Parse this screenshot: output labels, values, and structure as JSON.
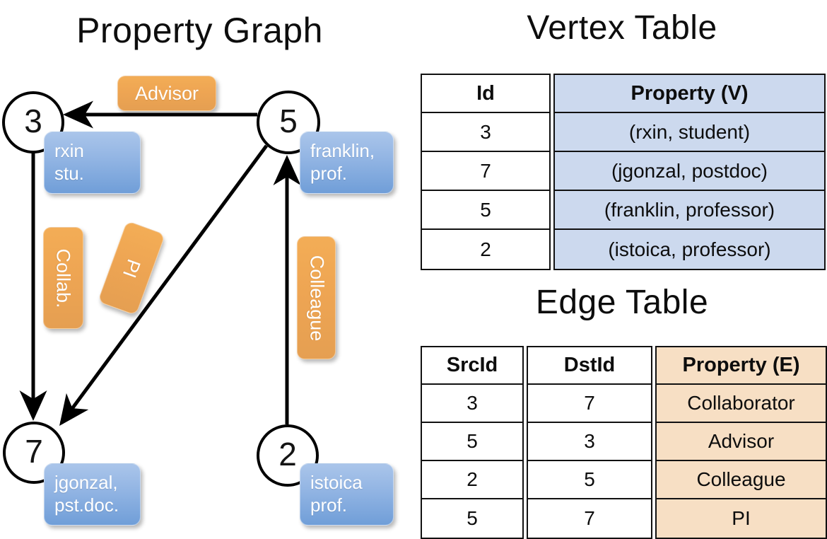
{
  "titles": {
    "property_graph": "Property Graph",
    "vertex_table": "Vertex Table",
    "edge_table": "Edge Table"
  },
  "colors": {
    "vertex_property_fill": "#ccd9ee",
    "edge_property_fill": "#f7dfc4",
    "vertex_box_blue": "#709ed8",
    "edge_label_orange": "#eea553",
    "stroke": "#000000",
    "background": "#ffffff"
  },
  "graph": {
    "nodes": [
      {
        "id": "3",
        "property_lines": [
          "rxin",
          "stu."
        ]
      },
      {
        "id": "5",
        "property_lines": [
          "franklin,",
          "prof."
        ]
      },
      {
        "id": "7",
        "property_lines": [
          "jgonzal,",
          "pst.doc."
        ]
      },
      {
        "id": "2",
        "property_lines": [
          "istoica",
          "prof."
        ]
      }
    ],
    "edge_labels": [
      {
        "name": "advisor",
        "text": "Advisor",
        "orientation": "horizontal"
      },
      {
        "name": "collaborator",
        "text": "Collab.",
        "orientation": "vertical"
      },
      {
        "name": "pi",
        "text": "PI",
        "orientation": "rotated"
      },
      {
        "name": "colleague",
        "text": "Colleague",
        "orientation": "vertical"
      }
    ],
    "edges": [
      {
        "src": "5",
        "dst": "3",
        "label": "Advisor"
      },
      {
        "src": "3",
        "dst": "7",
        "label": "Collab."
      },
      {
        "src": "5",
        "dst": "7",
        "label": "PI"
      },
      {
        "src": "2",
        "dst": "5",
        "label": "Colleague"
      }
    ]
  },
  "vertex_table": {
    "headers": [
      "Id",
      "Property (V)"
    ],
    "rows": [
      {
        "id": "3",
        "property": "(rxin, student)"
      },
      {
        "id": "7",
        "property": "(jgonzal, postdoc)"
      },
      {
        "id": "5",
        "property": "(franklin, professor)"
      },
      {
        "id": "2",
        "property": "(istoica, professor)"
      }
    ]
  },
  "edge_table": {
    "headers": [
      "SrcId",
      "DstId",
      "Property (E)"
    ],
    "rows": [
      {
        "src": "3",
        "dst": "7",
        "property": "Collaborator"
      },
      {
        "src": "5",
        "dst": "3",
        "property": "Advisor"
      },
      {
        "src": "2",
        "dst": "5",
        "property": "Colleague"
      },
      {
        "src": "5",
        "dst": "7",
        "property": "PI"
      }
    ]
  }
}
